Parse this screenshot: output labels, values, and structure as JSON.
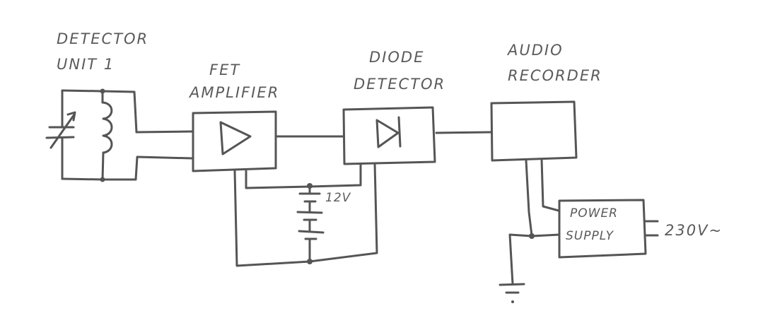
{
  "diagram": {
    "type": "block-diagram",
    "style": "hand-drawn",
    "colors": {
      "ink": "#555555",
      "paper": "#ffffff"
    },
    "blocks": [
      {
        "id": "detector",
        "label_lines": [
          "DETECTOR",
          "UNIT 1"
        ],
        "contents": "variable capacitor in parallel with inductor (LC tank)"
      },
      {
        "id": "fet_amp",
        "label_lines": [
          "FET",
          "AMPLIFIER"
        ],
        "symbol": "amplifier-triangle"
      },
      {
        "id": "diode_det",
        "label_lines": [
          "DIODE",
          "DETECTOR"
        ],
        "symbol": "diode"
      },
      {
        "id": "recorder",
        "label_lines": [
          "AUDIO",
          "RECORDER"
        ]
      },
      {
        "id": "psu",
        "label_lines": [
          "POWER",
          "SUPPLY"
        ]
      }
    ],
    "battery": {
      "label": "12V",
      "cells": 3
    },
    "mains": {
      "label": "230V~"
    },
    "ground": {
      "symbol": "ground"
    },
    "connections": [
      [
        "detector",
        "fet_amp"
      ],
      [
        "fet_amp",
        "diode_det"
      ],
      [
        "diode_det",
        "recorder"
      ],
      [
        "battery",
        "fet_amp"
      ],
      [
        "battery",
        "diode_det"
      ],
      [
        "recorder",
        "psu"
      ],
      [
        "psu",
        "ground"
      ],
      [
        "mains",
        "psu"
      ]
    ]
  }
}
